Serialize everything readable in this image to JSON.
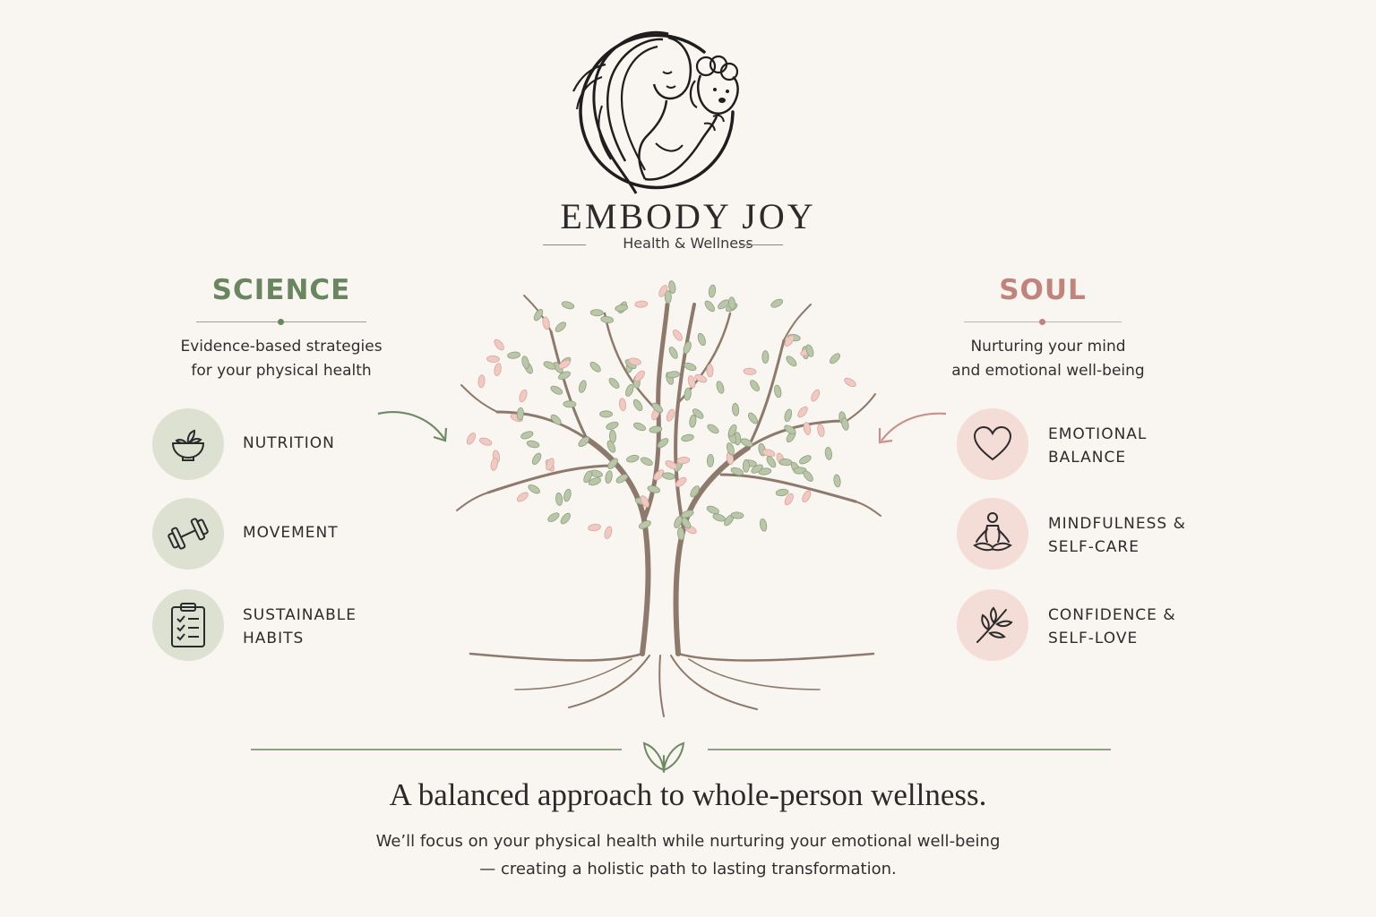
{
  "brand": {
    "name": "EMBODY JOY",
    "subtitle": "Health & Wellness",
    "logo_icon": "woman-holding-poodle-logo"
  },
  "science": {
    "title": "SCIENCE",
    "color": "#6a8660",
    "description_lines": [
      "Evidence-based strategies",
      "for your physical health"
    ],
    "items": [
      {
        "label": "NUTRITION",
        "icon": "bowl-icon"
      },
      {
        "label": "MOVEMENT",
        "icon": "dumbbell-icon"
      },
      {
        "label": "SUSTAINABLE\nHABITS",
        "icon": "clipboard-checklist-icon"
      }
    ]
  },
  "soul": {
    "title": "SOUL",
    "color": "#c0847c",
    "description_lines": [
      "Nurturing your mind",
      "and emotional well-being"
    ],
    "items": [
      {
        "label": "EMOTIONAL\nBALANCE",
        "icon": "heart-icon"
      },
      {
        "label": "MINDFULNESS &\nSELF-CARE",
        "icon": "meditation-icon"
      },
      {
        "label": "CONFIDENCE &\nSELF-LOVE",
        "icon": "leaf-sprig-icon"
      }
    ]
  },
  "footer": {
    "tagline": "A balanced approach to whole-person wellness.",
    "body_lines": [
      "We’ll focus on your physical health while nurturing your emotional well-being",
      "— creating a holistic path to lasting transformation."
    ],
    "divider_icon": "sprout-icon"
  }
}
